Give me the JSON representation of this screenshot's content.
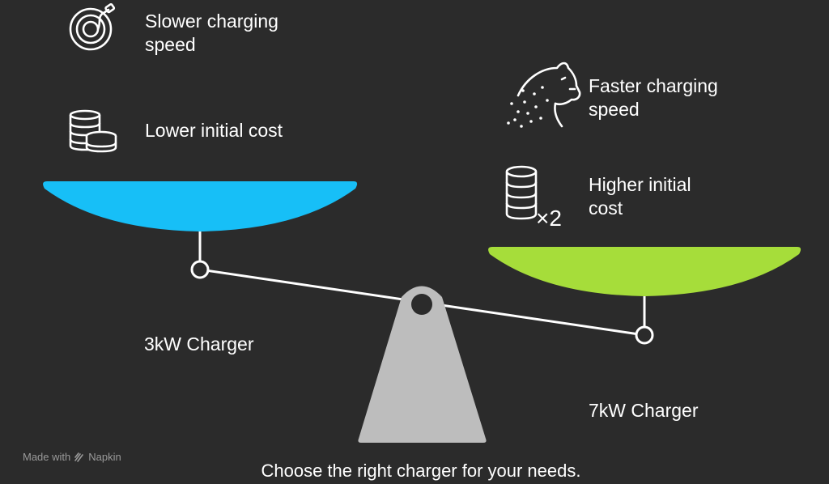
{
  "left_pan": {
    "color": "#17bff7",
    "benefit_speed": "Slower charging\nspeed",
    "benefit_cost": "Lower initial cost",
    "speed_icon": "coiled-cable-icon",
    "cost_icon": "coin-stacks-icon",
    "name": "3kW Charger"
  },
  "right_pan": {
    "color": "#a6dd3a",
    "benefit_speed": "Faster charging\nspeed",
    "benefit_cost": "Higher initial\ncost",
    "speed_icon": "cheetah-icon",
    "cost_icon": "coin-stack-times-two-icon",
    "cost_multiplier": "×2",
    "name": "7kW Charger"
  },
  "scale": {
    "fulcrum_color": "#bdbdbd",
    "beam_color": "#ffffff"
  },
  "caption": "Choose the right charger for your needs.",
  "credit": {
    "prefix": "Made with",
    "brand": "Napkin",
    "brand_icon": "napkin-logo-icon"
  }
}
